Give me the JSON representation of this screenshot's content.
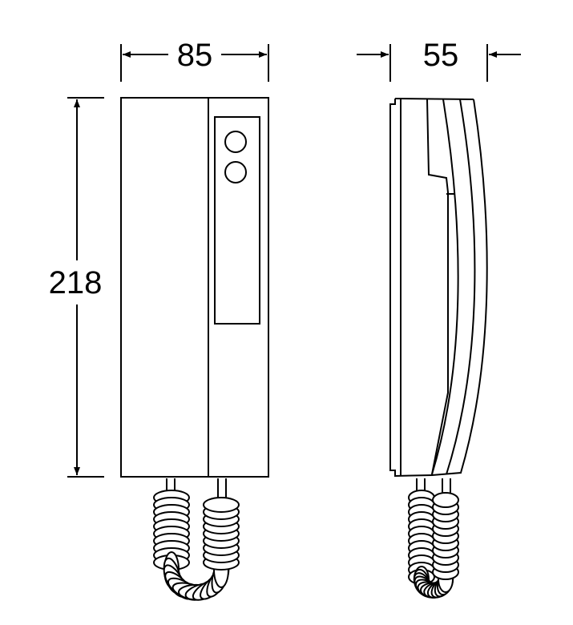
{
  "dimensions": {
    "width": "85",
    "height": "218",
    "depth": "55"
  },
  "colors": {
    "line": "#000000",
    "background": "#ffffff"
  }
}
